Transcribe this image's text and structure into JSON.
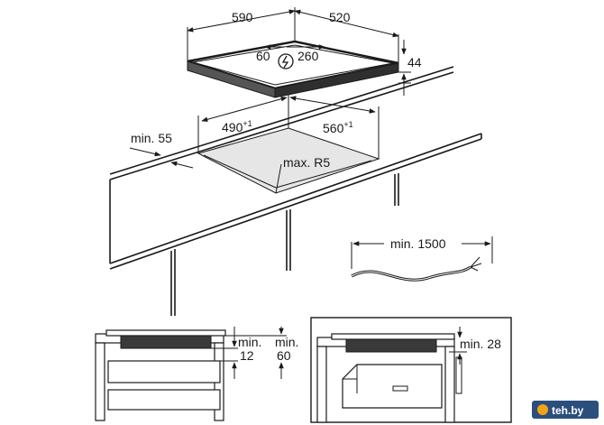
{
  "hob": {
    "width": "590",
    "depth": "520",
    "height": "44",
    "cable_a": "60",
    "cable_b": "260"
  },
  "cutout": {
    "width": "490",
    "width_tol": "+1",
    "depth": "560",
    "depth_tol": "+1",
    "edge_min": "min. 55",
    "corner": "max. R5"
  },
  "cable": {
    "length": "min. 1500"
  },
  "section_drawer": {
    "gap_min": "min.",
    "gap_val": "12",
    "depth_min": "min.",
    "depth_val": "60"
  },
  "section_oven": {
    "gap": "min. 28"
  },
  "watermark": "teh.by",
  "icons": [
    "power-plug-icon",
    "logo-icon"
  ]
}
